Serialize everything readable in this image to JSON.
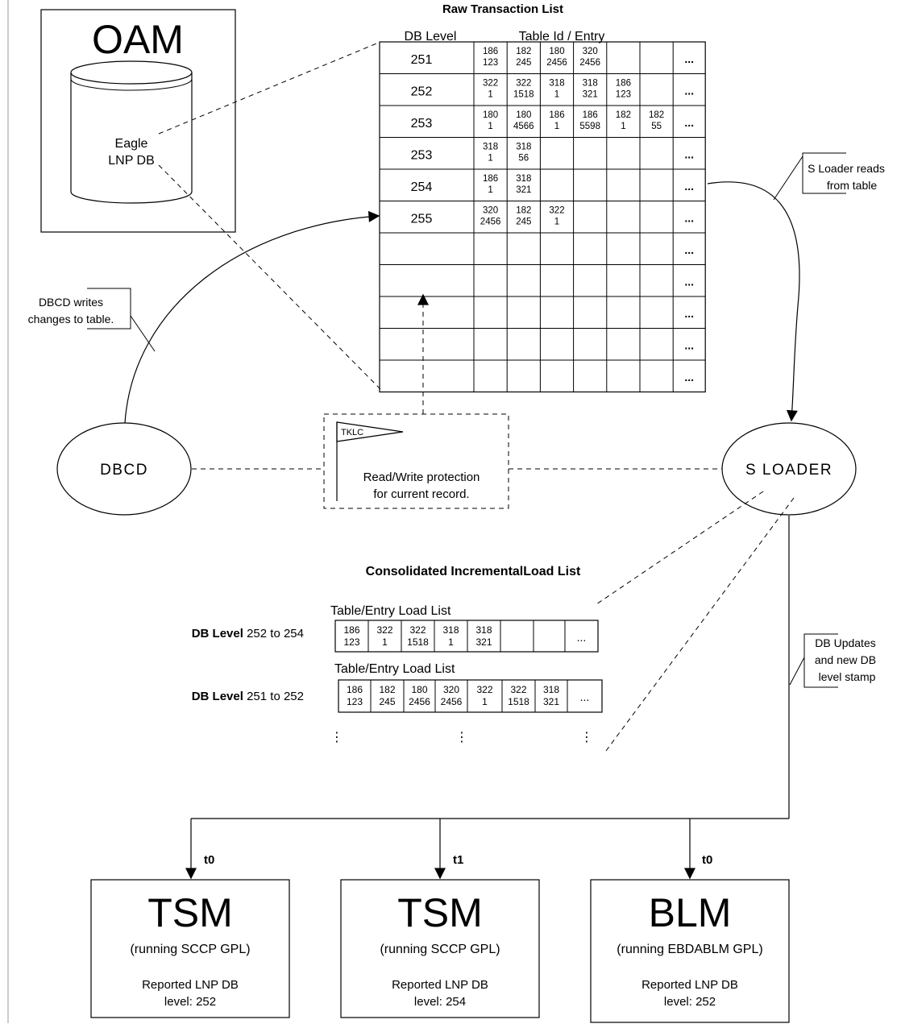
{
  "oam": {
    "title": "OAM",
    "db_label_1": "Eagle",
    "db_label_2": "LNP DB"
  },
  "raw_list": {
    "title": "Raw  Transaction List",
    "col_level": "DB Level",
    "col_entries": "Table Id / Entry",
    "ellipsis": "...",
    "rows": [
      {
        "level": "251",
        "cells": [
          [
            "186",
            "123"
          ],
          [
            "182",
            "245"
          ],
          [
            "180",
            "2456"
          ],
          [
            "320",
            "2456"
          ],
          [
            "",
            ""
          ],
          [
            "",
            ""
          ]
        ]
      },
      {
        "level": "252",
        "cells": [
          [
            "322",
            "1"
          ],
          [
            "322",
            "1518"
          ],
          [
            "318",
            "1"
          ],
          [
            "318",
            "321"
          ],
          [
            "186",
            "123"
          ],
          [
            "",
            ""
          ]
        ]
      },
      {
        "level": "253",
        "cells": [
          [
            "180",
            "1"
          ],
          [
            "180",
            "4566"
          ],
          [
            "186",
            "1"
          ],
          [
            "186",
            "5598"
          ],
          [
            "182",
            "1"
          ],
          [
            "182",
            "55"
          ]
        ]
      },
      {
        "level": "253",
        "cells": [
          [
            "318",
            "1"
          ],
          [
            "318",
            "56"
          ],
          [
            "",
            ""
          ],
          [
            "",
            ""
          ],
          [
            "",
            ""
          ],
          [
            "",
            ""
          ]
        ]
      },
      {
        "level": "254",
        "cells": [
          [
            "186",
            "1"
          ],
          [
            "318",
            "321"
          ],
          [
            "",
            ""
          ],
          [
            "",
            ""
          ],
          [
            "",
            ""
          ],
          [
            "",
            ""
          ]
        ]
      },
      {
        "level": "255",
        "cells": [
          [
            "320",
            "2456"
          ],
          [
            "182",
            "245"
          ],
          [
            "322",
            "1"
          ],
          [
            "",
            ""
          ],
          [
            "",
            ""
          ],
          [
            "",
            ""
          ]
        ]
      },
      {
        "level": "",
        "cells": [
          [
            "",
            ""
          ],
          [
            "",
            ""
          ],
          [
            "",
            ""
          ],
          [
            "",
            ""
          ],
          [
            "",
            ""
          ],
          [
            "",
            ""
          ]
        ]
      },
      {
        "level": "",
        "cells": [
          [
            "",
            ""
          ],
          [
            "",
            ""
          ],
          [
            "",
            ""
          ],
          [
            "",
            ""
          ],
          [
            "",
            ""
          ],
          [
            "",
            ""
          ]
        ]
      },
      {
        "level": "",
        "cells": [
          [
            "",
            ""
          ],
          [
            "",
            ""
          ],
          [
            "",
            ""
          ],
          [
            "",
            ""
          ],
          [
            "",
            ""
          ],
          [
            "",
            ""
          ]
        ]
      },
      {
        "level": "",
        "cells": [
          [
            "",
            ""
          ],
          [
            "",
            ""
          ],
          [
            "",
            ""
          ],
          [
            "",
            ""
          ],
          [
            "",
            ""
          ],
          [
            "",
            ""
          ]
        ]
      },
      {
        "level": "",
        "cells": [
          [
            "",
            ""
          ],
          [
            "",
            ""
          ],
          [
            "",
            ""
          ],
          [
            "",
            ""
          ],
          [
            "",
            ""
          ],
          [
            "",
            ""
          ]
        ]
      }
    ]
  },
  "notes": {
    "dbcd_writes": [
      "DBCD writes",
      "changes to table."
    ],
    "sloader_reads": [
      "S Loader reads",
      "from table"
    ],
    "db_updates": [
      "DB Updates",
      "and new DB",
      "level stamp"
    ]
  },
  "dbcd_label": "DBCD",
  "sloader_label": "S LOADER",
  "protection": {
    "flag": "TKLC",
    "line1": "Read/Write protection",
    "line2": "for current record."
  },
  "consolidated": {
    "title": "Consolidated IncrementalLoad List",
    "lists": [
      {
        "header": "Table/Entry Load List",
        "bold": "DB Level",
        "range": " 252 to 254",
        "cells": [
          [
            "186",
            "123"
          ],
          [
            "322",
            "1"
          ],
          [
            "322",
            "1518"
          ],
          [
            "318",
            "1"
          ],
          [
            "318",
            "321"
          ],
          [
            "",
            ""
          ],
          [
            "",
            ""
          ]
        ],
        "ellipsis": "..."
      },
      {
        "header": "Table/Entry Load List",
        "bold": "DB Level",
        "range": " 251 to 252",
        "cells": [
          [
            "186",
            "123"
          ],
          [
            "182",
            "245"
          ],
          [
            "180",
            "2456"
          ],
          [
            "320",
            "2456"
          ],
          [
            "322",
            "1"
          ],
          [
            "322",
            "1518"
          ],
          [
            "318",
            "321"
          ]
        ],
        "ellipsis": "..."
      }
    ],
    "vdots": "⋮"
  },
  "times": [
    "t0",
    "t1",
    "t0"
  ],
  "cards": [
    {
      "title": "TSM",
      "sub": "(running SCCP GPL)",
      "rep1": "Reported LNP DB",
      "rep2": "level: 252"
    },
    {
      "title": "TSM",
      "sub": "(running SCCP GPL)",
      "rep1": "Reported LNP DB",
      "rep2": "level: 254"
    },
    {
      "title": "BLM",
      "sub": "(running EBDABLM GPL)",
      "rep1": "Reported LNP DB",
      "rep2": "level: 252"
    }
  ]
}
